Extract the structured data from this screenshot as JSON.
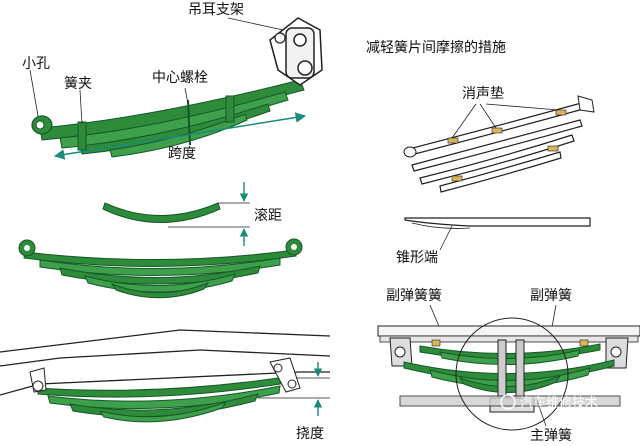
{
  "labels": {
    "shackle": "吊耳支架",
    "small_hole": "小孔",
    "spring_clip": "簧夹",
    "center_bolt": "中心螺栓",
    "span": "跨度",
    "roll_distance": "滚距",
    "anti_friction_title": "减轻簧片间摩擦的措施",
    "silencer_pad": "消声垫",
    "tapered_end": "锥形端",
    "aux_spring_left": "副弹簧簧",
    "aux_spring_right": "副弹簧",
    "main_spring": "主弹簧",
    "deflection": "挠度"
  },
  "watermark": "汽车维修技术",
  "colors": {
    "spring_green": "#2e8b3a",
    "spring_dark": "#14582a",
    "arrow_teal": "#1a8a7a",
    "line": "#222222"
  }
}
